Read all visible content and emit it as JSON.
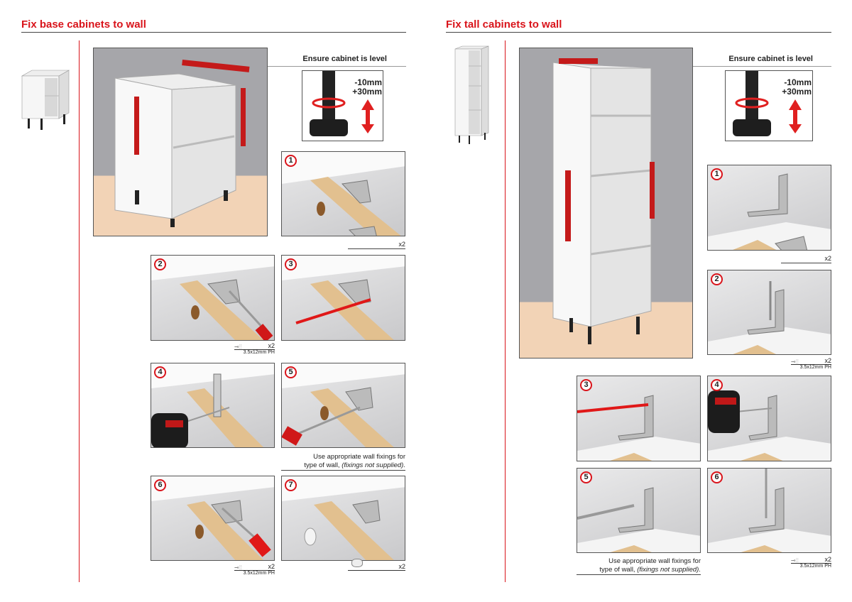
{
  "left_page": {
    "title": "Fix base cabinets to wall",
    "level_label": "Ensure cabinet is level",
    "adjust_minus": "-10mm",
    "adjust_plus": "+30mm",
    "steps": [
      {
        "number": "1",
        "qty": "x2",
        "spec": ""
      },
      {
        "number": "2",
        "qty": "x2",
        "spec": "3.5x12mm PH"
      },
      {
        "number": "3",
        "qty": "",
        "spec": ""
      },
      {
        "number": "4",
        "qty": "",
        "spec": ""
      },
      {
        "number": "5",
        "qty": "",
        "spec": ""
      },
      {
        "number": "6",
        "qty": "x2",
        "spec": "3.5x12mm PH"
      },
      {
        "number": "7",
        "qty": "x2",
        "spec": ""
      }
    ],
    "note_line1": "Use appropriate wall fixings for",
    "note_line2": "type of wall, ",
    "note_italic": "(fixings not supplied)."
  },
  "right_page": {
    "title": "Fix tall cabinets to wall",
    "level_label": "Ensure cabinet is level",
    "adjust_minus": "-10mm",
    "adjust_plus": "+30mm",
    "steps": [
      {
        "number": "1",
        "qty": "x2",
        "spec": ""
      },
      {
        "number": "2",
        "qty": "x2",
        "spec": "3.5x12mm PH"
      },
      {
        "number": "3",
        "qty": "",
        "spec": ""
      },
      {
        "number": "4",
        "qty": "",
        "spec": ""
      },
      {
        "number": "5",
        "qty": "",
        "spec": ""
      },
      {
        "number": "6",
        "qty": "x2",
        "spec": "3.5x12mm PH"
      }
    ],
    "note_line1": "Use appropriate wall fixings for",
    "note_line2": "type of wall, ",
    "note_italic": "(fixings not supplied)."
  },
  "colors": {
    "accent": "#d9141b",
    "wall": "#a9a9ad",
    "floor": "#f2d3b6",
    "wood": "#e2c08f"
  }
}
